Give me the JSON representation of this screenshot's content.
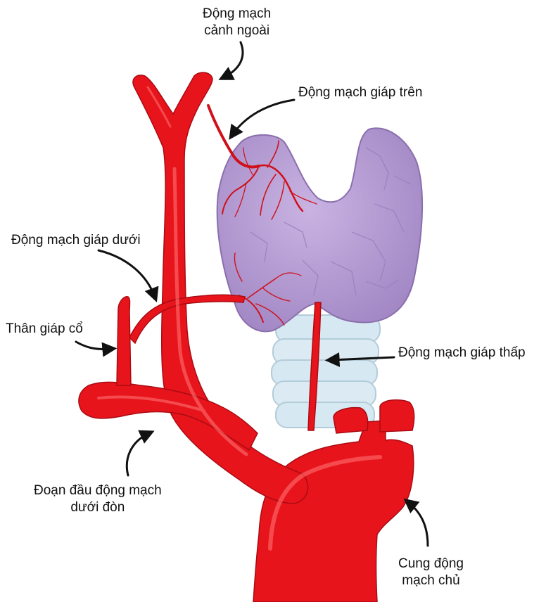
{
  "colors": {
    "artery": "#e8141c",
    "artery_dark": "#b30d12",
    "artery_light": "#ff5a5a",
    "thyroid": "#b49ad0",
    "thyroid_dark": "#8e72b0",
    "trachea": "#d3e6ef",
    "trachea_dark": "#a9c7d6",
    "arrow": "#111111"
  },
  "labels": {
    "external_carotid": [
      "Động mạch",
      "cảnh ngoài"
    ],
    "superior_thyroid": "Động mạch giáp trên",
    "inferior_thyroid": "Động mạch giáp dưới",
    "thyrocervical_trunk": "Thân giáp cổ",
    "thyroid_ima": "Động mạch giáp thấp",
    "subclavian_first_part": [
      "Đoạn đầu động mạch",
      "dưới đòn"
    ],
    "aortic_arch": [
      "Cung động",
      "mạch chủ"
    ]
  }
}
